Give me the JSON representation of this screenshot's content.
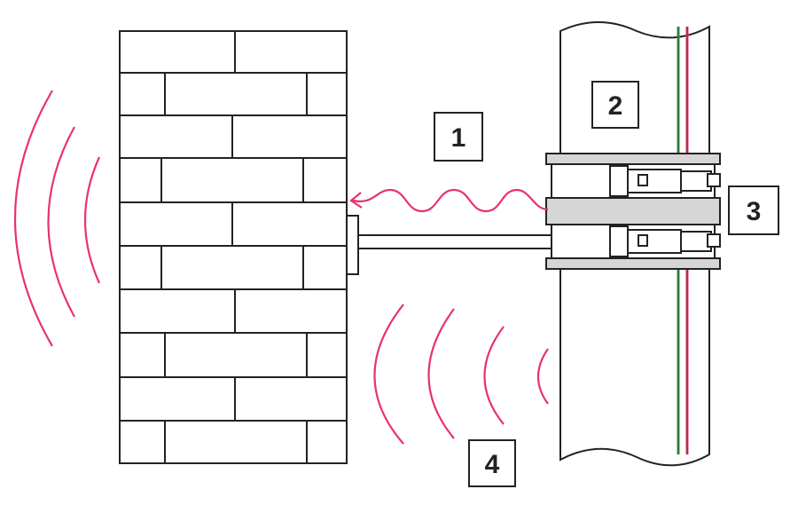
{
  "labels": {
    "one": "1",
    "two": "2",
    "three": "3",
    "four": "4"
  },
  "colors": {
    "line": "#222222",
    "pipe_fill": "#ffffff",
    "clamp_fill": "#d6d6d6",
    "wave": "#e8336e",
    "pipe_stripe_red": "#e8336e",
    "pipe_stripe_green": "#3a9a4a"
  },
  "icons": {
    "wall": "brick-wall",
    "pipe": "pipe",
    "clamp": "pipe-clamp",
    "heat": "wavy-arrow",
    "sound": "sound-wave-arcs"
  }
}
